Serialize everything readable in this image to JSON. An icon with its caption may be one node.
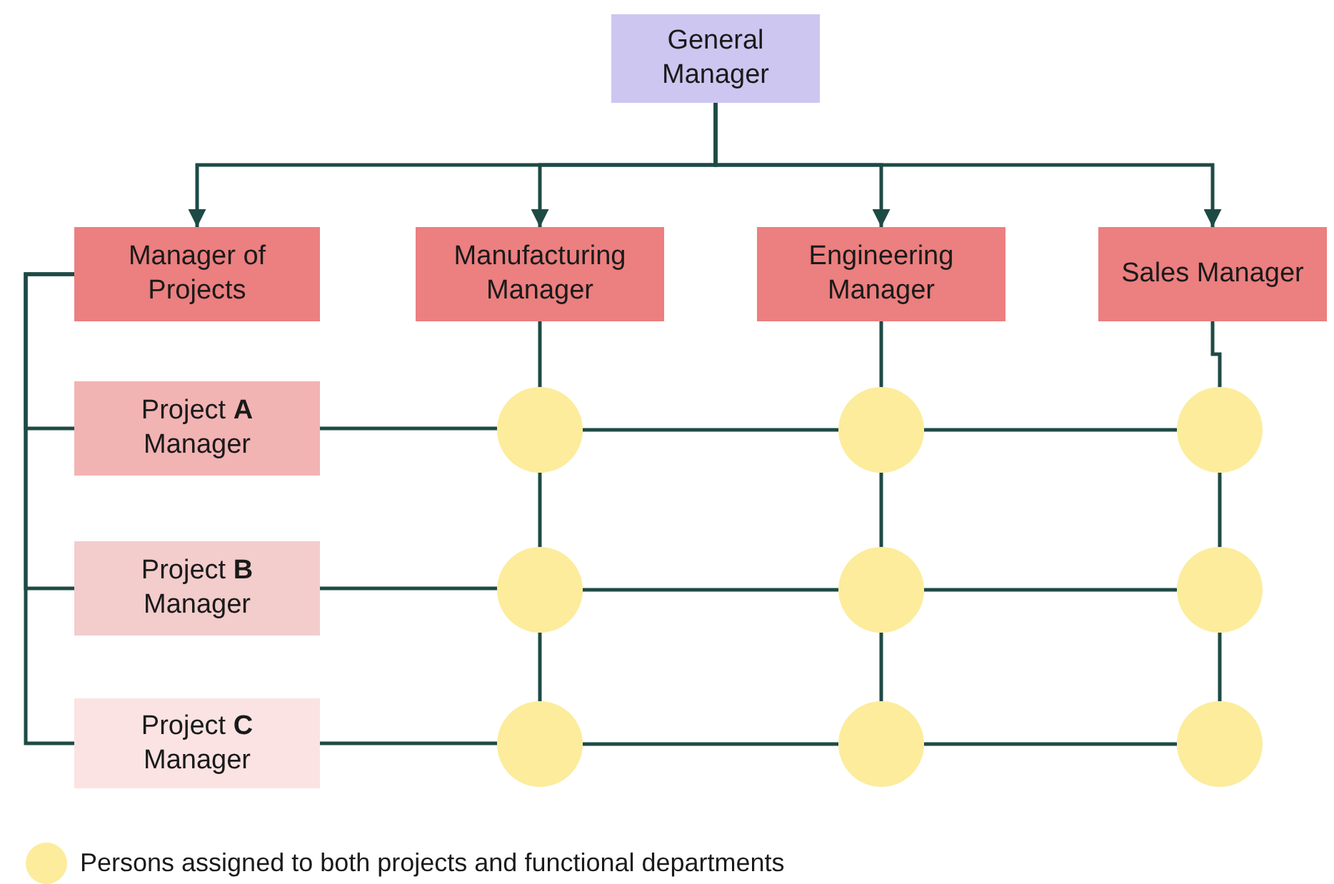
{
  "diagram": {
    "nodes": [
      {
        "text": [
          "General Manager"
        ]
      },
      {
        "text": [
          "Manager of Projects"
        ]
      },
      {
        "text": [
          "Manufacturing Manager"
        ]
      },
      {
        "text": [
          "Engineering Manager"
        ]
      },
      {
        "text": [
          "Sales Manager"
        ]
      },
      {
        "text": [
          "Project **A** Manager"
        ]
      },
      {
        "text": [
          "Project **B** Manager"
        ]
      },
      {
        "text": [
          "Project **C** Manager"
        ]
      },
      {
        "text": [],
        "shape": "circle"
      },
      {
        "text": [],
        "shape": "circle"
      },
      {
        "text": [],
        "shape": "circle"
      },
      {
        "text": [],
        "shape": "circle"
      },
      {
        "text": [],
        "shape": "circle"
      },
      {
        "text": [],
        "shape": "circle"
      },
      {
        "text": [],
        "shape": "circle"
      },
      {
        "text": [],
        "shape": "circle"
      },
      {
        "text": [],
        "shape": "circle"
      }
    ],
    "edges": [
      {
        "from": 0,
        "to": 1,
        "arrow": "to"
      },
      {
        "from": 0,
        "to": 2,
        "arrow": "to"
      },
      {
        "from": 0,
        "to": 3,
        "arrow": "to"
      },
      {
        "from": 0,
        "to": 4,
        "arrow": "to"
      },
      {
        "from": 1,
        "to": 5,
        "arrow": "none"
      },
      {
        "from": 1,
        "to": 6,
        "arrow": "none"
      },
      {
        "from": 1,
        "to": 7,
        "arrow": "none"
      },
      {
        "from": 2,
        "to": 8,
        "arrow": "none"
      },
      {
        "from": 8,
        "to": 11,
        "arrow": "none"
      },
      {
        "from": 11,
        "to": 14,
        "arrow": "none"
      },
      {
        "from": 3,
        "to": 9,
        "arrow": "none"
      },
      {
        "from": 9,
        "to": 12,
        "arrow": "none"
      },
      {
        "from": 12,
        "to": 15,
        "arrow": "none"
      },
      {
        "from": 4,
        "to": 10,
        "arrow": "none"
      },
      {
        "from": 10,
        "to": 13,
        "arrow": "none"
      },
      {
        "from": 13,
        "to": 16,
        "arrow": "none"
      },
      {
        "from": 5,
        "to": 8,
        "arrow": "none"
      },
      {
        "from": 8,
        "to": 9,
        "arrow": "none"
      },
      {
        "from": 9,
        "to": 10,
        "arrow": "none"
      },
      {
        "from": 6,
        "to": 11,
        "arrow": "none"
      },
      {
        "from": 11,
        "to": 12,
        "arrow": "none"
      },
      {
        "from": 12,
        "to": 13,
        "arrow": "none"
      },
      {
        "from": 7,
        "to": 14,
        "arrow": "none"
      },
      {
        "from": 14,
        "to": 15,
        "arrow": "none"
      },
      {
        "from": 15,
        "to": 16,
        "arrow": "none"
      }
    ],
    "legend": [
      {
        "text": "Persons assigned to both projects and functional departments",
        "color": "#fcec9c"
      }
    ]
  }
}
